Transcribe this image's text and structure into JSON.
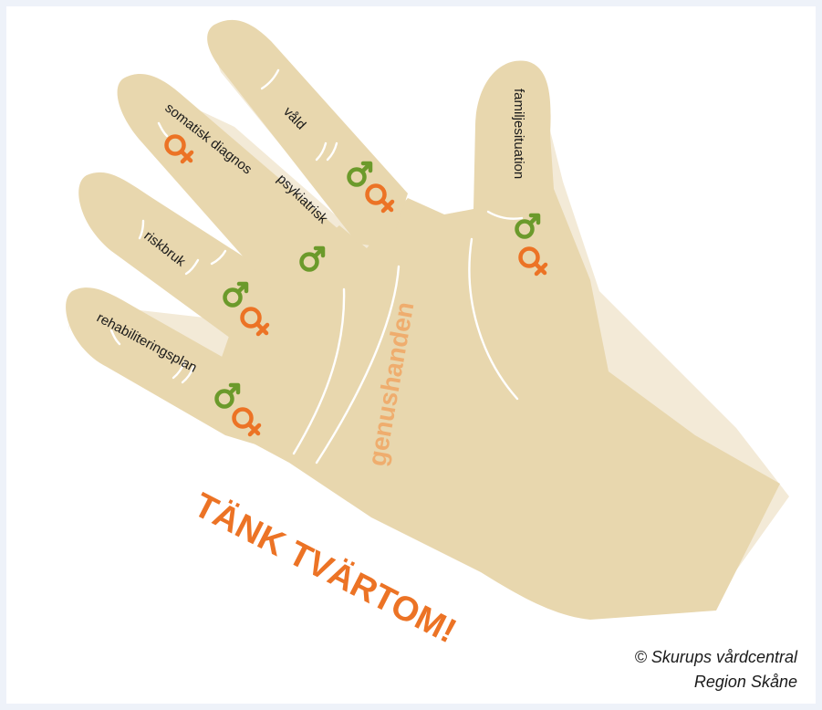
{
  "fingers": {
    "pinky": "rehabiliteringsplan",
    "ring": "riskbruk",
    "middle_line1": "somatisk diagnos",
    "middle_line2": "psykiatrisk",
    "index": "våld",
    "thumb": "familjesituation"
  },
  "palm_label": "genushanden",
  "slogan": "TÄNK TVÄRTOM!",
  "credit": {
    "line1": "© Skurups vårdcentral",
    "line2": "Region Skåne"
  },
  "symbols": [
    "male-symbol",
    "female-symbol"
  ],
  "colors": {
    "skin": "#e8d7ae",
    "shadow": "#f3ead7",
    "accent_orange": "#ec7325",
    "palm_text": "#efad6e",
    "male_green": "#6b9a2b",
    "female_orange": "#ec7325"
  }
}
